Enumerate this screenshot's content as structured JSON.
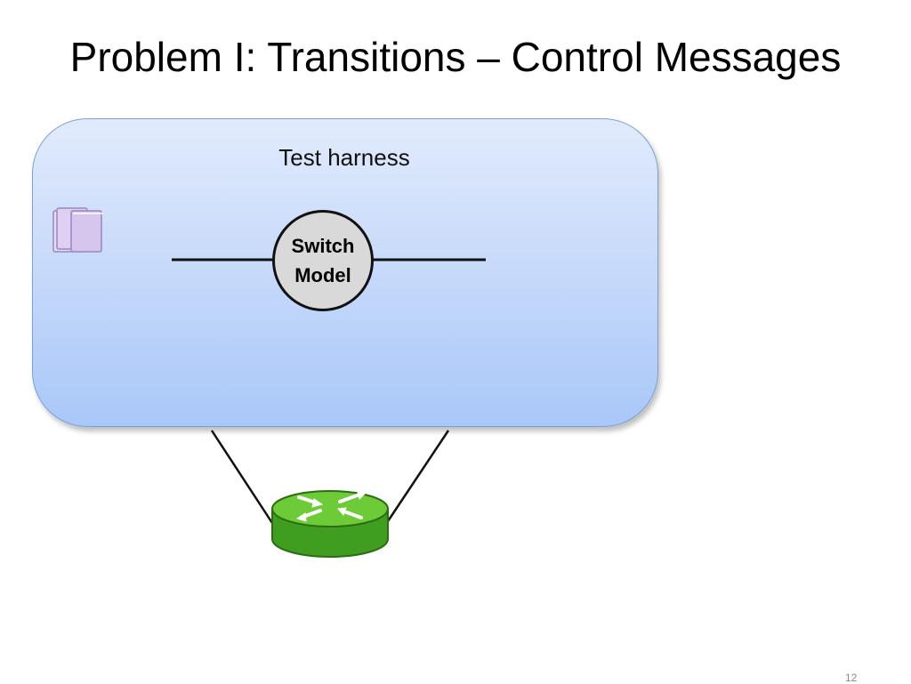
{
  "slide": {
    "title": "Problem I: Transitions – Control Messages",
    "page_number": "12"
  },
  "harness": {
    "label": "Test harness"
  },
  "switch_model": {
    "line1": "Switch",
    "line2": "Model"
  },
  "colors": {
    "harness_top": "#e1ebfd",
    "harness_bottom": "#a9c7f8",
    "router_green": "#4caf28",
    "router_dark": "#2e7d16",
    "document_purple": "#d9c9ee"
  },
  "icons": {
    "document": "document-stack-icon",
    "router": "router-icon"
  }
}
